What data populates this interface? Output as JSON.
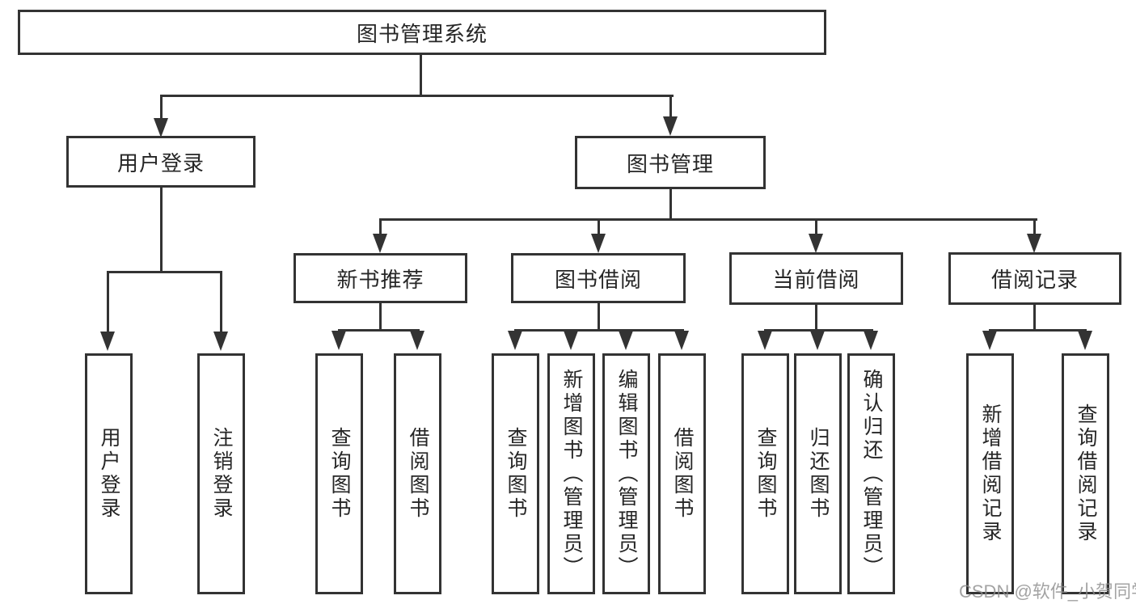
{
  "diagram": {
    "root_label": "图书管理系统",
    "level2": {
      "user_login": "用户登录",
      "book_mgmt": "图书管理"
    },
    "level3": {
      "new_book": "新书推荐",
      "book_borrow": "图书借阅",
      "current_borrow": "当前借阅",
      "borrow_record": "借阅记录"
    },
    "leaves": {
      "user_login": [
        "用户登录",
        "注销登录"
      ],
      "new_book": [
        "查询图书",
        "借阅图书"
      ],
      "book_borrow": [
        "查询图书",
        "新增图书（管理员）",
        "编辑图书（管理员）",
        "借阅图书"
      ],
      "current_borrow": [
        "查询图书",
        "归还图书",
        "确认归还（管理员）"
      ],
      "borrow_record": [
        "新增借阅记录",
        "查询借阅记录"
      ]
    },
    "watermark": "CSDN @软件_小贺同学"
  },
  "colors": {
    "line": "#333333",
    "text": "#262626",
    "watermark": "#8c8c8c"
  }
}
